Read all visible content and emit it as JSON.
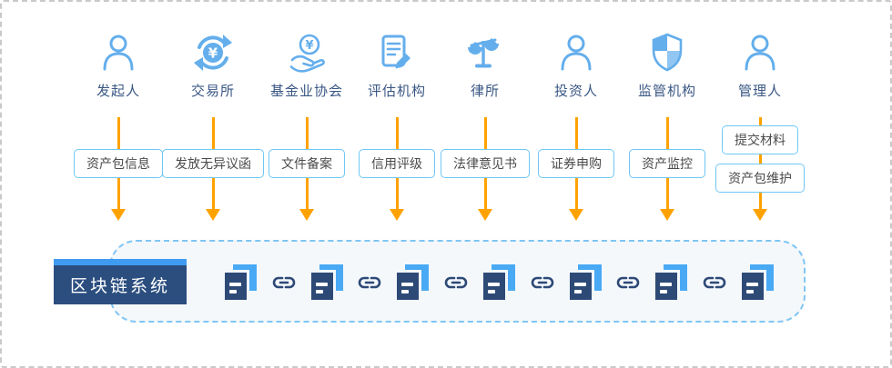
{
  "diagram": {
    "roles": [
      {
        "label": "发起人",
        "icon": "person",
        "action_labels": [
          "资产包信息"
        ]
      },
      {
        "label": "交易所",
        "icon": "exchange",
        "action_labels": [
          "发放无异议函"
        ]
      },
      {
        "label": "基金业协会",
        "icon": "fund-hand",
        "action_labels": [
          "文件备案"
        ]
      },
      {
        "label": "评估机构",
        "icon": "document-pencil",
        "action_labels": [
          "信用评级"
        ]
      },
      {
        "label": "律所",
        "icon": "scales",
        "action_labels": [
          "法律意见书"
        ]
      },
      {
        "label": "投资人",
        "icon": "person",
        "action_labels": [
          "证券申购"
        ]
      },
      {
        "label": "监管机构",
        "icon": "shield",
        "action_labels": [
          "资产监控"
        ]
      },
      {
        "label": "管理人",
        "icon": "person",
        "action_labels": [
          "提交材料",
          "资产包维护"
        ]
      }
    ],
    "blockchain": {
      "label": "区块链系统",
      "block_count": 7,
      "block_icon": "block-document",
      "link_icon": "chain-link"
    },
    "colors": {
      "icon_blue": "#64aeec",
      "role_label_navy": "#3a5784",
      "arrow_orange": "#ffa200",
      "box_border_blue": "#6fc7f5",
      "box_text_gray": "#4b4b4b",
      "badge_navy": "#2b4e7f",
      "badge_strip_blue": "#3e9bf0",
      "block_navy": "#2d4a77",
      "block_blue": "#49a9f4",
      "chain_border_blue": "#7fc5f3",
      "chain_bg": "#f4f8fb",
      "outer_dash_gray": "#c9c9c9"
    }
  }
}
